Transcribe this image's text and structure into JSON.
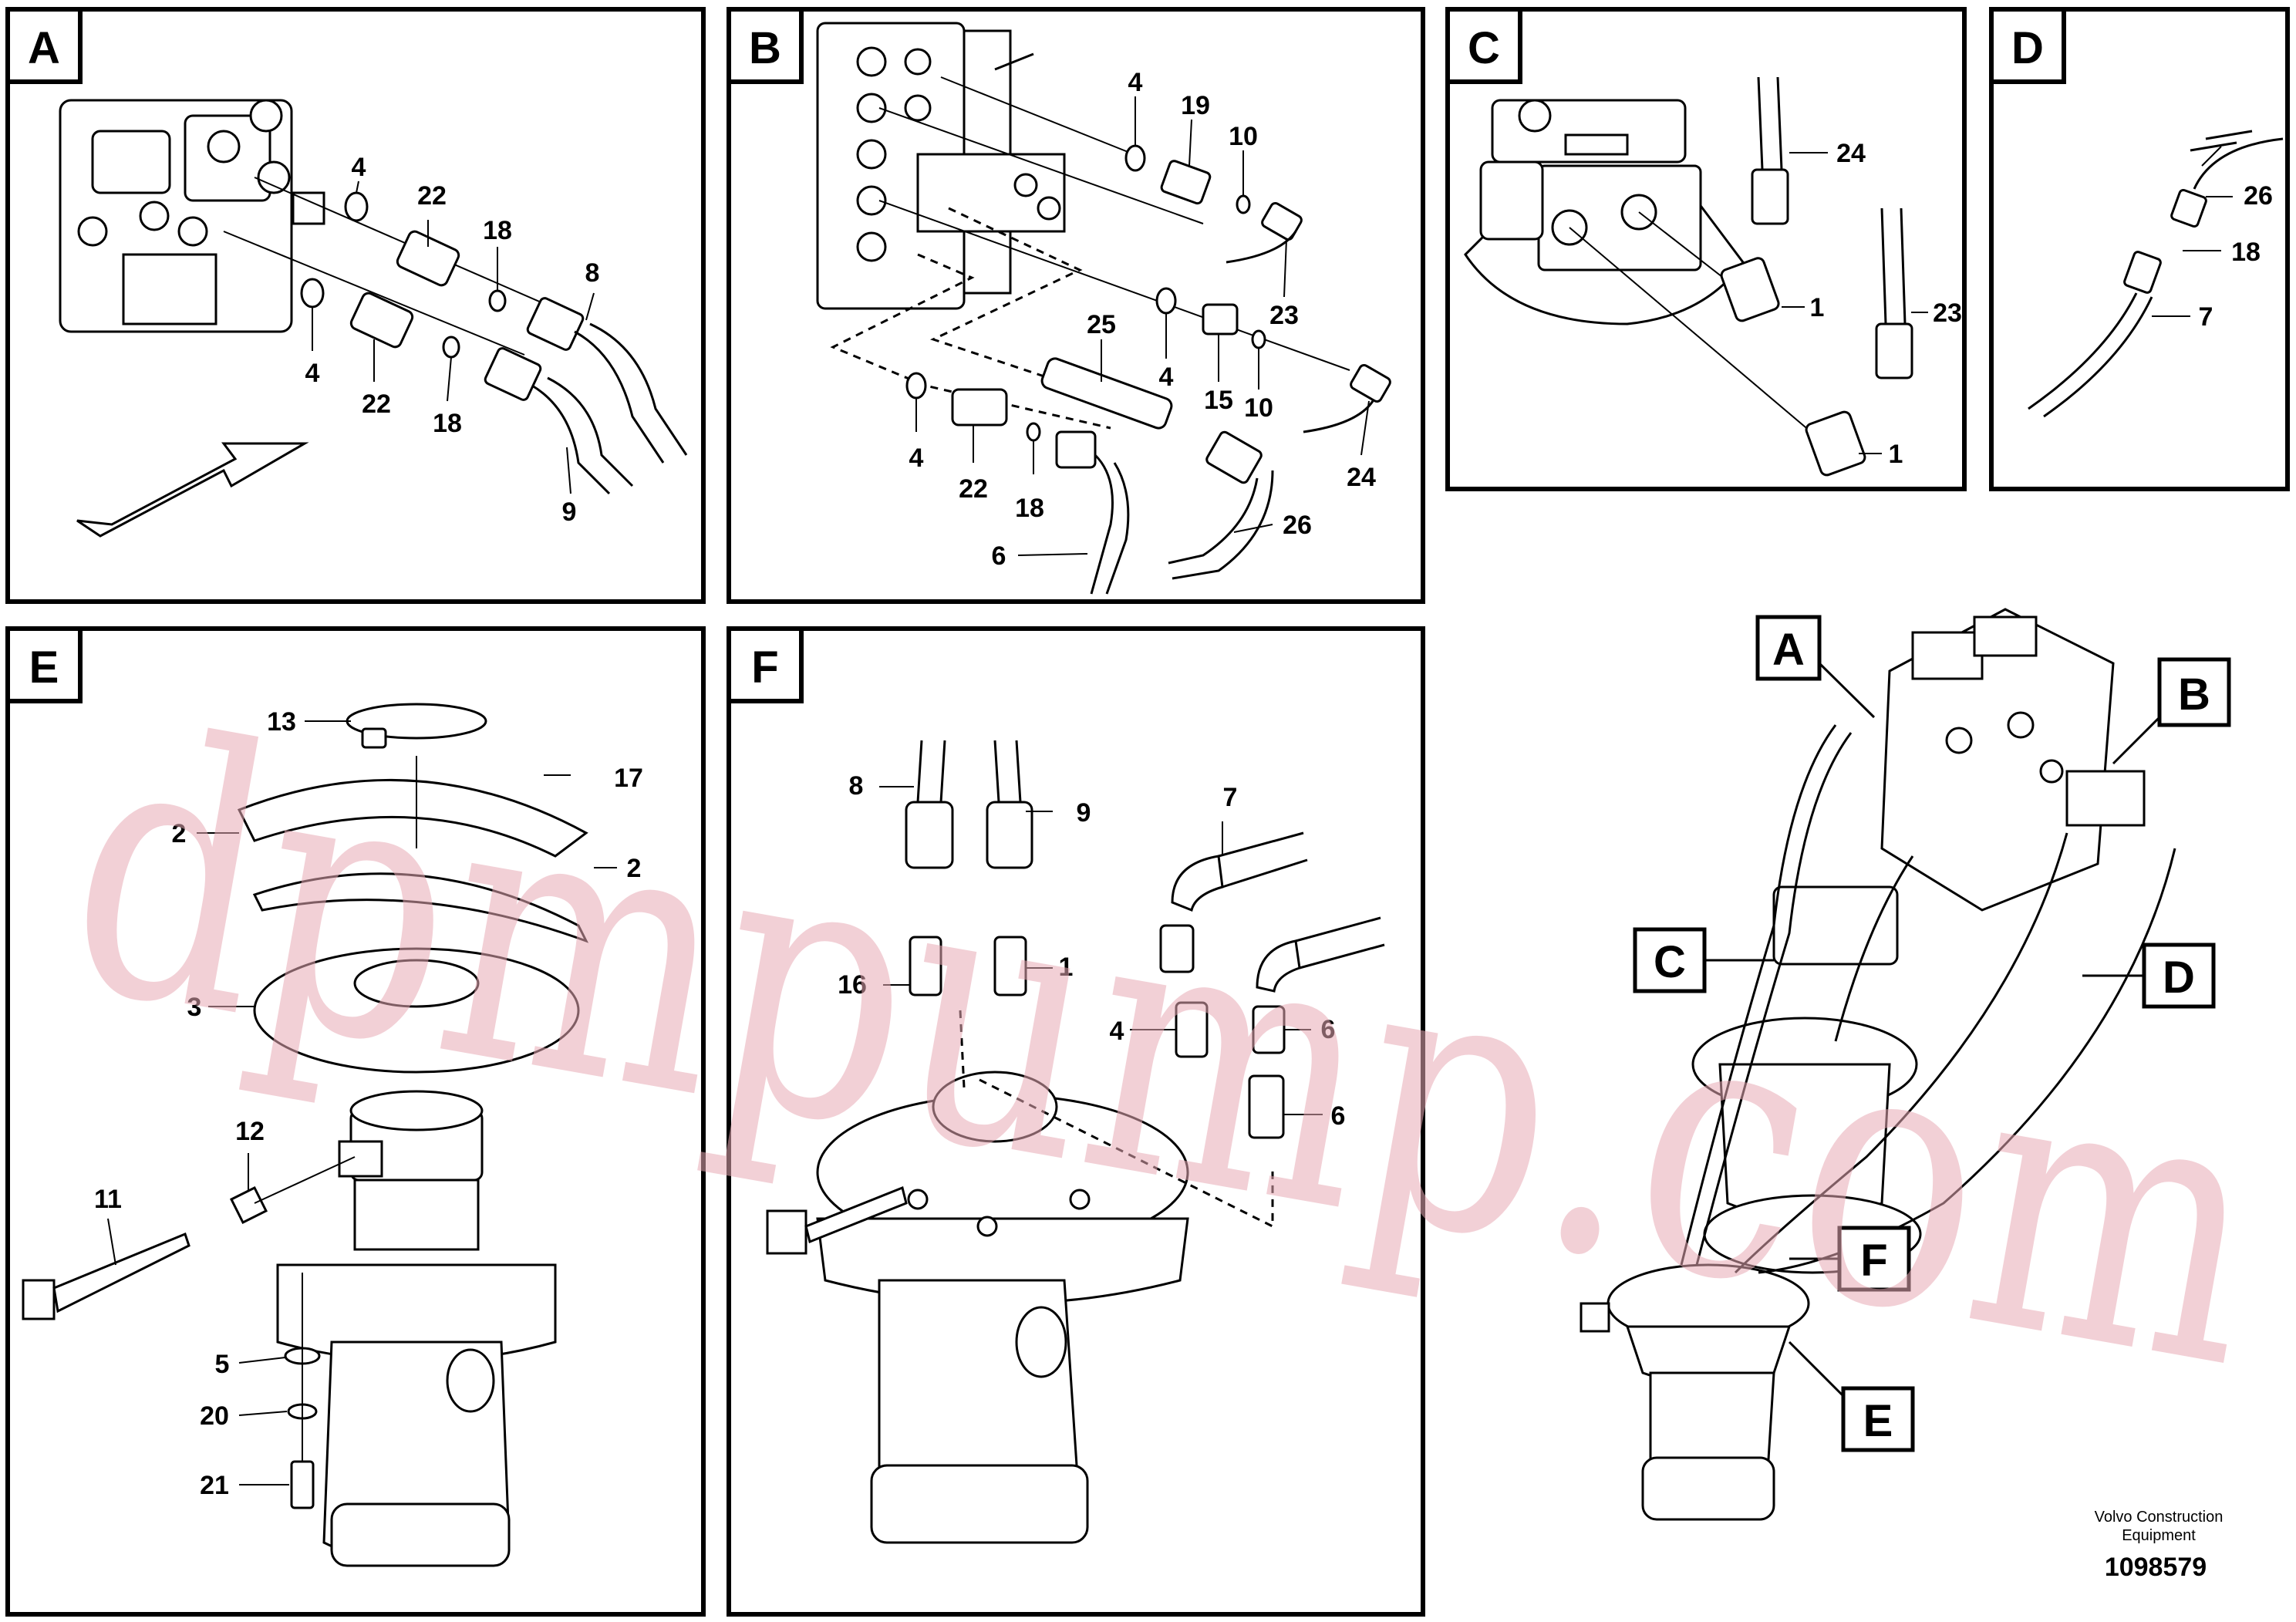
{
  "panels": {
    "A": {
      "tag": "A",
      "callouts": [
        "4",
        "22",
        "18",
        "8",
        "4",
        "22",
        "18",
        "9"
      ]
    },
    "B": {
      "tag": "B",
      "callouts": [
        "4",
        "19",
        "10",
        "23",
        "25",
        "4",
        "15",
        "10",
        "4",
        "22",
        "18",
        "6",
        "26",
        "24"
      ]
    },
    "C": {
      "tag": "C",
      "callouts": [
        "24",
        "1",
        "23",
        "1"
      ]
    },
    "D": {
      "tag": "D",
      "callouts": [
        "26",
        "18",
        "7"
      ]
    },
    "E": {
      "tag": "E",
      "callouts": [
        "13",
        "17",
        "2",
        "2",
        "3",
        "12",
        "11",
        "5",
        "20",
        "21"
      ]
    },
    "F": {
      "tag": "F",
      "callouts": [
        "8",
        "9",
        "7",
        "16",
        "1",
        "4",
        "6",
        "6"
      ]
    }
  },
  "overview": {
    "tags": [
      "A",
      "B",
      "C",
      "D",
      "F",
      "E"
    ]
  },
  "footer": {
    "company_line1": "Volvo Construction",
    "company_line2": "Equipment",
    "drawing_number": "1098579"
  },
  "watermark": "dpmpump.com"
}
